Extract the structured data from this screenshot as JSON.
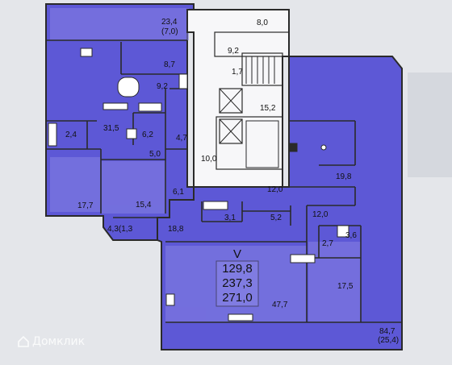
{
  "plan": {
    "unit": {
      "letter": "V",
      "lines": [
        "129,8",
        "237,3",
        "271,0"
      ]
    },
    "rooms": [
      {
        "id": "terrace-top",
        "lines": [
          "23,4",
          "(7,0)"
        ]
      },
      {
        "id": "r-8-0",
        "lines": [
          "8,0"
        ]
      },
      {
        "id": "r-9-2a",
        "lines": [
          "9,2"
        ]
      },
      {
        "id": "r-8-7",
        "lines": [
          "8,7"
        ]
      },
      {
        "id": "r-1-7",
        "lines": [
          "1,7"
        ]
      },
      {
        "id": "r-9-2b",
        "lines": [
          "9,2"
        ]
      },
      {
        "id": "r-15-2",
        "lines": [
          "15,2"
        ]
      },
      {
        "id": "r-2-4",
        "lines": [
          "2,4"
        ]
      },
      {
        "id": "r-31-5",
        "lines": [
          "31,5"
        ]
      },
      {
        "id": "r-6-2",
        "lines": [
          "6,2"
        ]
      },
      {
        "id": "r-4-7",
        "lines": [
          "4,7"
        ]
      },
      {
        "id": "r-5-0",
        "lines": [
          "5,0"
        ]
      },
      {
        "id": "r-10-0",
        "lines": [
          "10,0"
        ]
      },
      {
        "id": "r-12-0a",
        "lines": [
          "12,0"
        ]
      },
      {
        "id": "r-19-8",
        "lines": [
          "19,8"
        ]
      },
      {
        "id": "r-6-1",
        "lines": [
          "6,1"
        ]
      },
      {
        "id": "r-17-7",
        "lines": [
          "17,7"
        ]
      },
      {
        "id": "r-15-4",
        "lines": [
          "15,4"
        ]
      },
      {
        "id": "r-3-1",
        "lines": [
          "3,1"
        ]
      },
      {
        "id": "r-5-2",
        "lines": [
          "5,2"
        ]
      },
      {
        "id": "r-12-0b",
        "lines": [
          "12,0"
        ]
      },
      {
        "id": "r-4-3",
        "lines": [
          "4,3(1,3"
        ]
      },
      {
        "id": "r-18-8",
        "lines": [
          "18,8"
        ]
      },
      {
        "id": "r-3-6",
        "lines": [
          "3,6"
        ]
      },
      {
        "id": "r-2-7",
        "lines": [
          "2,7"
        ]
      },
      {
        "id": "r-17-5",
        "lines": [
          "17,5"
        ]
      },
      {
        "id": "r-47-7",
        "lines": [
          "47,7"
        ]
      },
      {
        "id": "terrace-bottom",
        "lines": [
          "84,7",
          "(25,4)"
        ]
      }
    ]
  },
  "watermark": {
    "text": "Домклик"
  },
  "colors": {
    "fill": "#5d58d6",
    "fill_light": "#8380e3",
    "core": "#ffffff",
    "wall": "#2a2a2a",
    "background": "#e9ebee"
  }
}
